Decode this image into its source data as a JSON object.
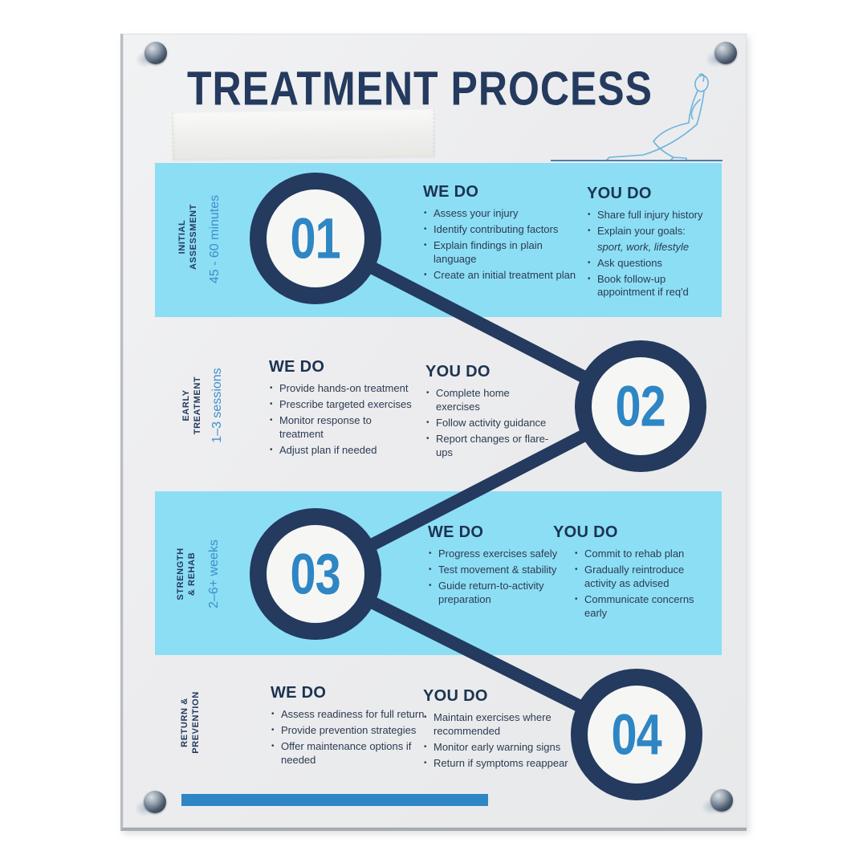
{
  "poster": {
    "title": "TREATMENT PROCESS"
  },
  "colors": {
    "navy": "#243A5E",
    "sky_blue": "#8CDEF5",
    "accent_blue": "#2E86C4"
  },
  "sections": [
    {
      "number": "01",
      "name": "INITIAL\nASSESSMENT",
      "duration": "45 - 60 minutes",
      "we_do": {
        "heading": "WE DO",
        "items": [
          "Assess your injury",
          "Identify contributing factors",
          "Explain findings in plain language",
          "Create an initial treatment plan"
        ]
      },
      "you_do": {
        "heading": "YOU DO",
        "items": [
          "Share full injury history",
          "Explain your goals:",
          "Ask questions",
          "Book follow-up appointment if req'd"
        ],
        "note": "sport, work, lifestyle"
      }
    },
    {
      "number": "02",
      "name": "EARLY\nTREATMENT",
      "duration": "1–3 sessions",
      "we_do": {
        "heading": "WE DO",
        "items": [
          "Provide hands-on treatment",
          "Prescribe targeted exercises",
          "Monitor response to treatment",
          "Adjust plan if needed"
        ]
      },
      "you_do": {
        "heading": "YOU DO",
        "items": [
          "Complete home exercises",
          "Follow activity guidance",
          "Report changes or flare-ups"
        ]
      }
    },
    {
      "number": "03",
      "name": "STRENGTH\n& REHAB",
      "duration": "2–6+ weeks",
      "we_do": {
        "heading": "WE DO",
        "items": [
          "Progress exercises safely",
          "Test movement & stability",
          "Guide return-to-activity preparation"
        ]
      },
      "you_do": {
        "heading": "YOU DO",
        "items": [
          "Commit to rehab plan",
          "Gradually reintroduce activity as advised",
          "Communicate concerns early"
        ]
      }
    },
    {
      "number": "04",
      "name": "RETURN &\nPREVENTION",
      "duration": "",
      "we_do": {
        "heading": "WE DO",
        "items": [
          "Assess readiness for full return",
          "Provide prevention strategies",
          "Offer maintenance options if needed"
        ]
      },
      "you_do": {
        "heading": "YOU DO",
        "items": [
          "Maintain exercises where recommended",
          "Monitor early warning signs",
          "Return if symptoms reappear"
        ]
      }
    }
  ]
}
